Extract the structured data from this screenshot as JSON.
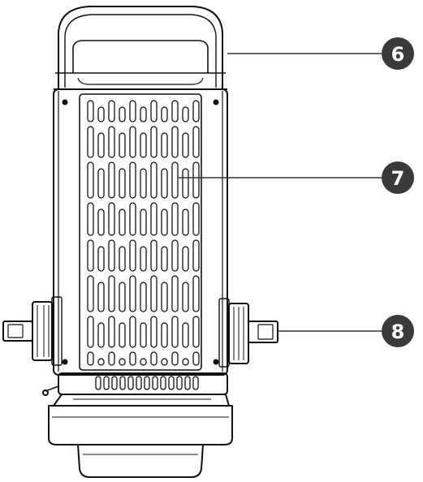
{
  "colors": {
    "line": "#111111",
    "callout_fill": "#3a3a3a",
    "callout_text": "#ffffff",
    "leader": "#333333"
  },
  "callouts": [
    {
      "id": "c6",
      "label": "6"
    },
    {
      "id": "c7",
      "label": "7"
    },
    {
      "id": "c8",
      "label": "8"
    }
  ]
}
